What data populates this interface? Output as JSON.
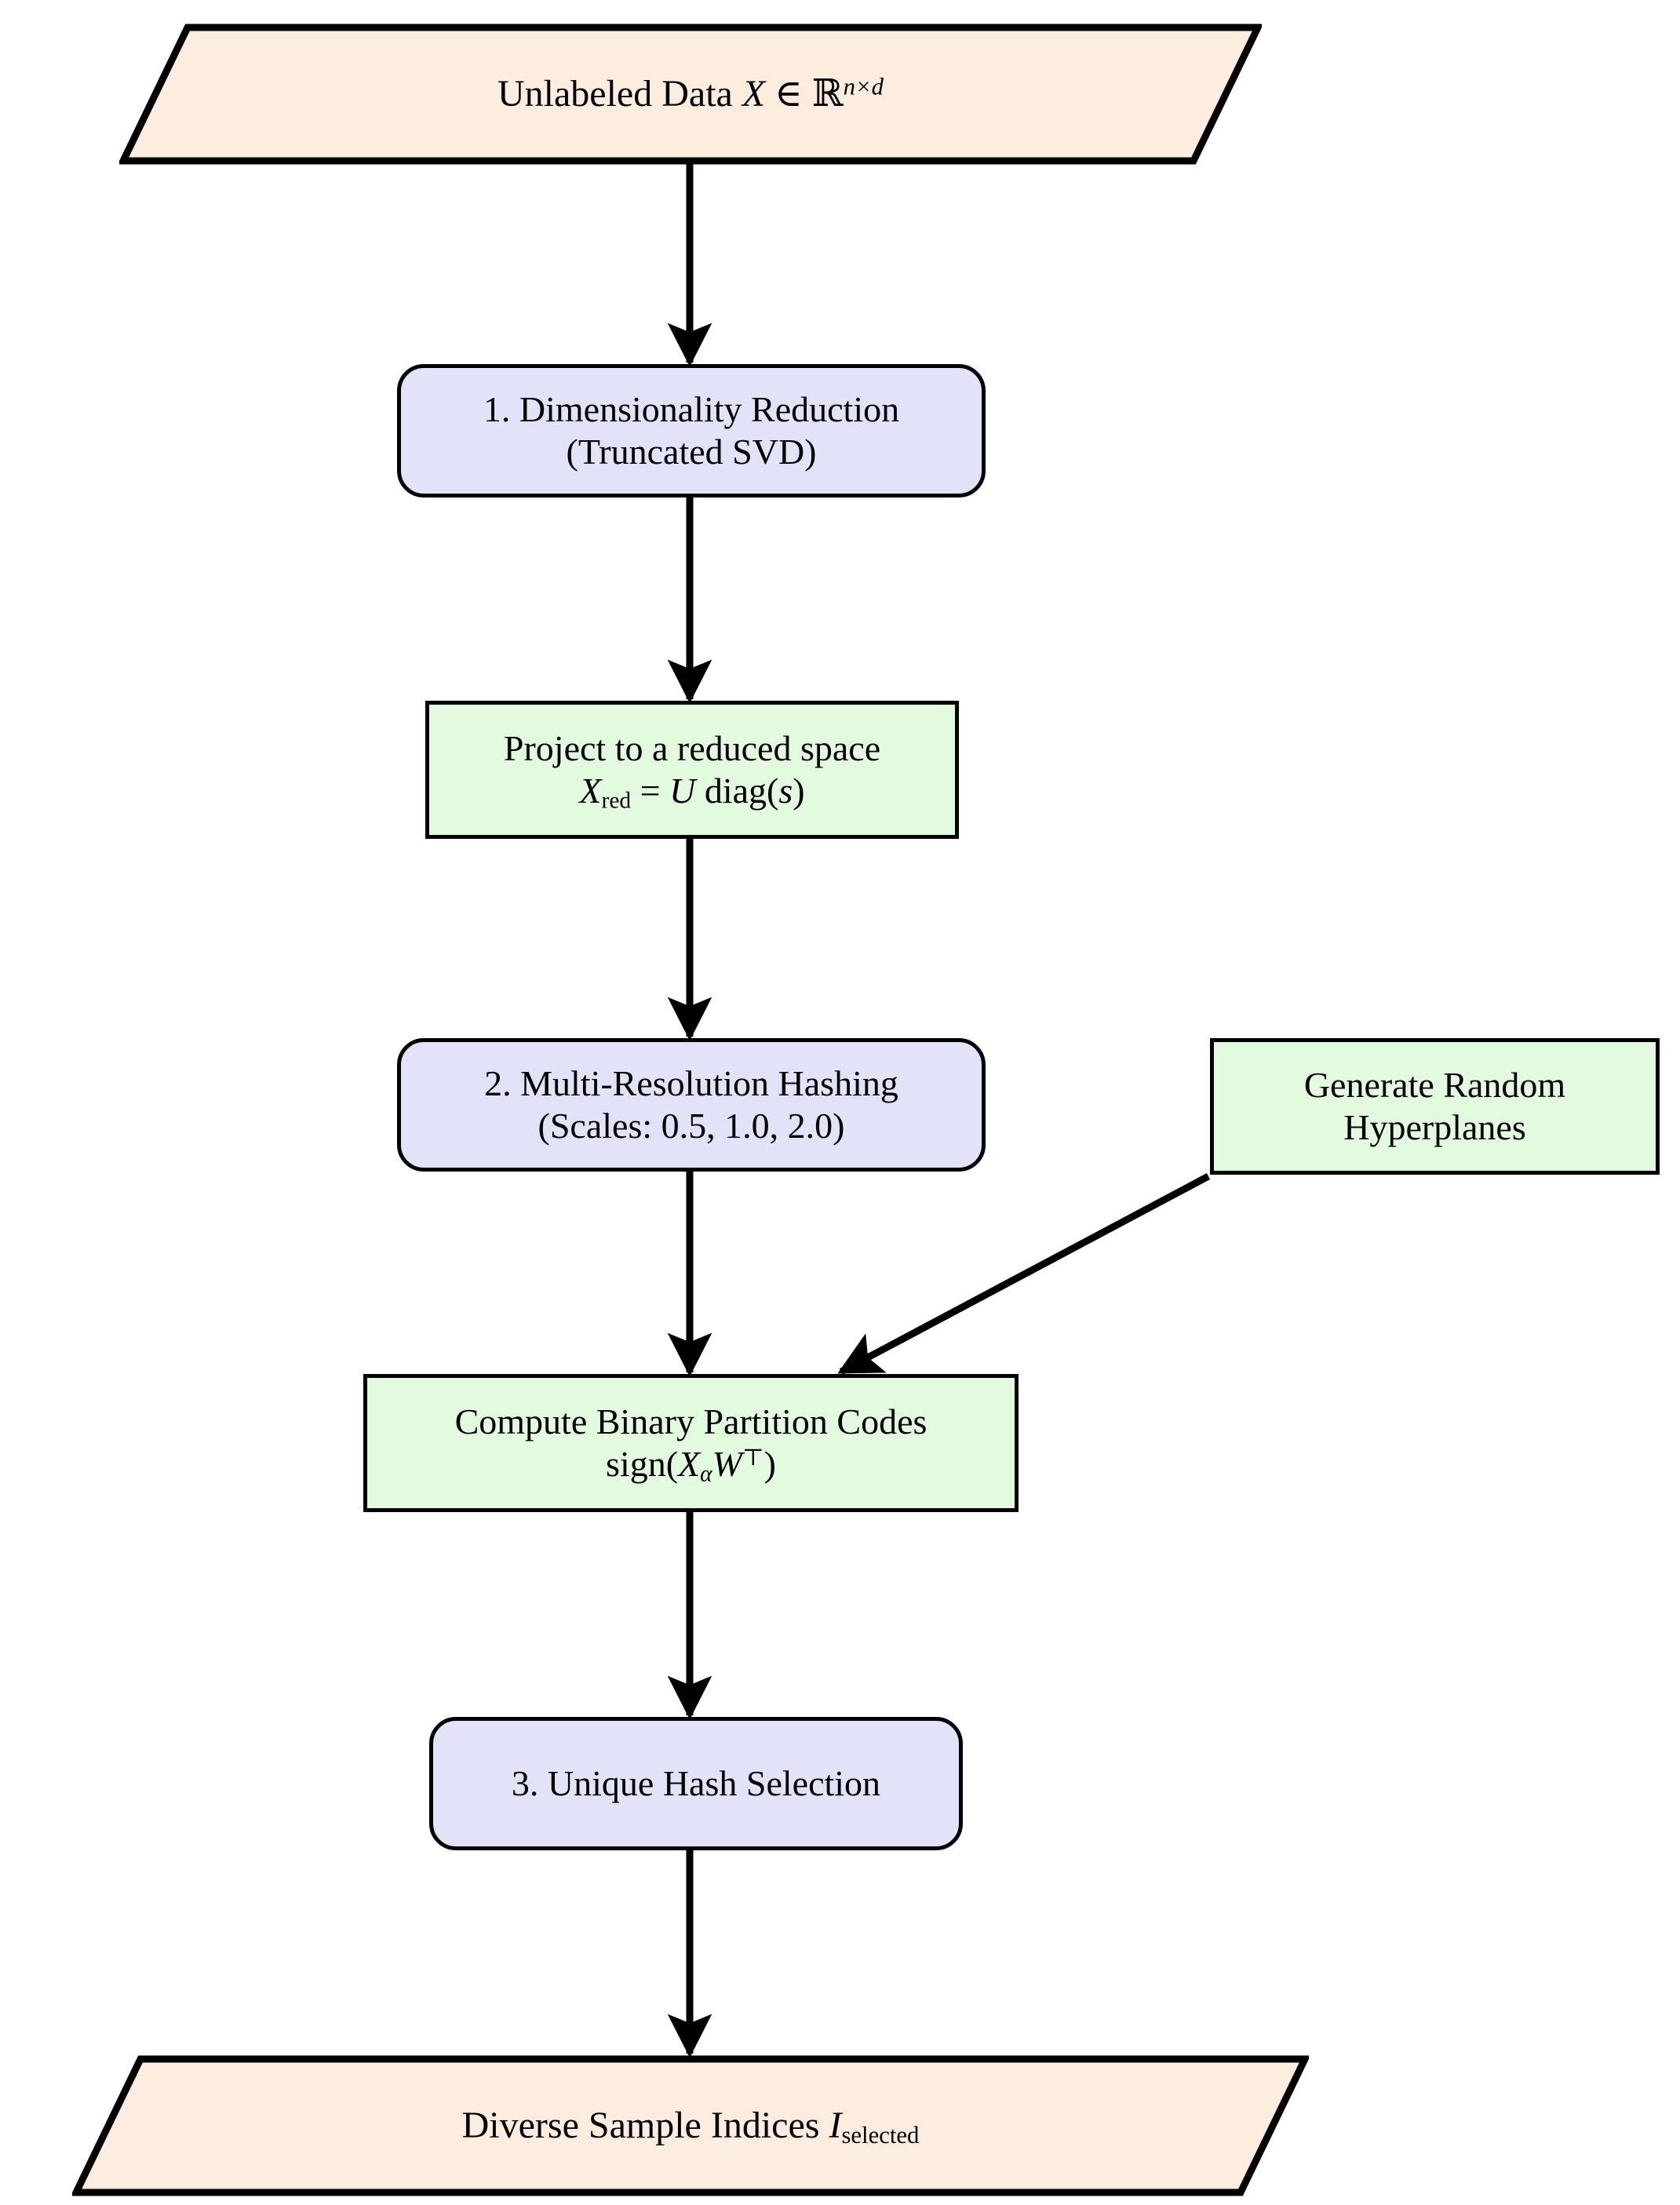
{
  "diagram": {
    "title": "Diverse sample selection via multi-resolution hashing pipeline",
    "background_color": "#ffffff",
    "palette": {
      "io_fill": "#fdeddf",
      "process_fill": "#e2e2f8",
      "operation_fill": "#e2fade",
      "stroke": "#000000",
      "text": "#000000"
    },
    "nodes": [
      {
        "id": "input-data",
        "shape": "parallelogram",
        "role": "io",
        "lines": [
          "Unlabeled Data X ∈ ℝ^{n×d}"
        ],
        "text_plain": "Unlabeled Data X ∈ ℝn×d",
        "fill": "#fdeddf"
      },
      {
        "id": "step-1",
        "shape": "rounded-rectangle",
        "role": "process",
        "lines": [
          "1. Dimensionality Reduction",
          "(Truncated SVD)"
        ],
        "fill": "#e2e2f8"
      },
      {
        "id": "project",
        "shape": "rectangle",
        "role": "operation",
        "lines": [
          "Project to a reduced space",
          "X_red = U diag(s)"
        ],
        "fill": "#e2fade"
      },
      {
        "id": "step-2",
        "shape": "rounded-rectangle",
        "role": "process",
        "lines": [
          "2. Multi-Resolution Hashing",
          "(Scales: 0.5, 1.0, 2.0)"
        ],
        "fill": "#e2e2f8"
      },
      {
        "id": "hyperplanes",
        "shape": "rectangle",
        "role": "operation",
        "lines": [
          "Generate Random",
          "Hyperplanes"
        ],
        "fill": "#e2fade"
      },
      {
        "id": "partition-codes",
        "shape": "rectangle",
        "role": "operation",
        "lines": [
          "Compute Binary Partition Codes",
          "sign(X_α W^⊤)"
        ],
        "fill": "#e2fade"
      },
      {
        "id": "step-3",
        "shape": "rounded-rectangle",
        "role": "process",
        "lines": [
          "3. Unique Hash Selection"
        ],
        "fill": "#e2e2f8"
      },
      {
        "id": "output-indices",
        "shape": "parallelogram",
        "role": "io",
        "lines": [
          "Diverse Sample Indices I_selected"
        ],
        "fill": "#fdeddf"
      }
    ],
    "edges": [
      {
        "from": "input-data",
        "to": "step-1",
        "style": "solid-arrow",
        "direction": "down"
      },
      {
        "from": "step-1",
        "to": "project",
        "style": "solid-arrow",
        "direction": "down"
      },
      {
        "from": "project",
        "to": "step-2",
        "style": "solid-arrow",
        "direction": "down"
      },
      {
        "from": "step-2",
        "to": "partition-codes",
        "style": "solid-arrow",
        "direction": "down"
      },
      {
        "from": "hyperplanes",
        "to": "partition-codes",
        "style": "solid-arrow",
        "direction": "diagonal-down-left"
      },
      {
        "from": "partition-codes",
        "to": "step-3",
        "style": "solid-arrow",
        "direction": "down"
      },
      {
        "from": "step-3",
        "to": "output-indices",
        "style": "solid-arrow",
        "direction": "down"
      }
    ]
  },
  "text": {
    "input_data": {
      "prefix": "Unlabeled Data ",
      "var": "X",
      "member": " ∈ ",
      "set": "ℝ",
      "exp": "n×d"
    },
    "step1": {
      "line1": "1. Dimensionality Reduction",
      "line2": "(Truncated SVD)"
    },
    "project": {
      "line1": "Project to a reduced space",
      "formula_x": "X",
      "formula_sub": "red",
      "formula_eq": " = ",
      "formula_u": "U",
      "formula_diag": " diag(",
      "formula_s": "s",
      "formula_close": ")"
    },
    "step2": {
      "line1": "2. Multi-Resolution Hashing",
      "line2": "(Scales: 0.5, 1.0, 2.0)"
    },
    "hyperplanes": {
      "line1": "Generate Random",
      "line2": "Hyperplanes"
    },
    "partition_codes": {
      "line1": "Compute Binary Partition Codes",
      "formula_sign": "sign(",
      "formula_x": "X",
      "formula_sub": "α",
      "formula_w": "W",
      "formula_sup": "⊤",
      "formula_close": ")"
    },
    "step3": {
      "line1": "3. Unique Hash Selection"
    },
    "output_indices": {
      "prefix": "Diverse Sample Indices ",
      "var": "I",
      "sub": "selected"
    }
  }
}
